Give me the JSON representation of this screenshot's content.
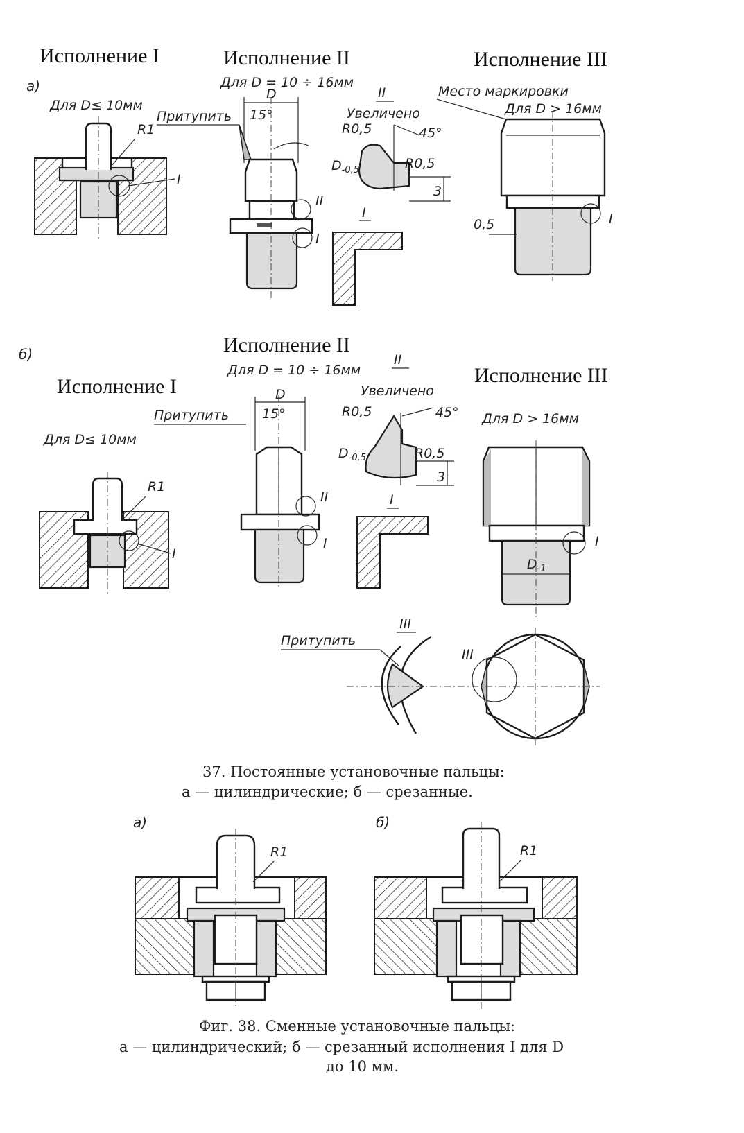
{
  "fig37": {
    "panel_a": {
      "letter": "а)",
      "headers": {
        "v1": "Исполнение I",
        "v2": "Исполнение II",
        "v3": "Исполнение III"
      },
      "notes": {
        "v1_condition": "Для D≤ 10мм",
        "v2_condition": "Для D = 10 ÷ 16мм",
        "v3_condition": "Для D > 16мм",
        "marking_place": "Место маркировки",
        "blunt": "Притупить",
        "dim_D": "D",
        "angle_15": "15°",
        "radius_R1": "R1",
        "detail_I": "I",
        "detail_II": "II",
        "enlarged": "Увеличено",
        "r05_top": "R0,5",
        "r05_side": "R0,5",
        "angle_45": "45°",
        "d_minus": "D",
        "d_minus_sub": "-0,5",
        "dim_3": "3",
        "dim_05": "0,5"
      }
    },
    "panel_b": {
      "letter": "б)",
      "headers": {
        "v1": "Исполнение I",
        "v2": "Исполнение II",
        "v3": "Исполнение III"
      },
      "notes": {
        "v1_condition": "Для D≤ 10мм",
        "v2_condition": "Для D = 10 ÷ 16мм",
        "v3_condition": "Для D > 16мм",
        "blunt": "Притупить",
        "blunt_lower": "Притупить",
        "dim_D": "D",
        "angle_15": "15°",
        "radius_R1": "R1",
        "detail_I": "I",
        "detail_II": "II",
        "detail_III": "III",
        "enlarged": "Увеличено",
        "r05_top": "R0,5",
        "r05_side": "R0,5",
        "angle_45": "45°",
        "d_minus": "D",
        "d_minus_sub": "-0,5",
        "dim_3": "3",
        "d_minus1": "D",
        "d_minus1_sub": "-1"
      }
    },
    "caption_line1": "37. Постоянные установочные пальцы:",
    "caption_line2": "а — цилиндрические; б — срезанные."
  },
  "fig38": {
    "panel_a_letter": "а)",
    "panel_b_letter": "б)",
    "radius_a": "R1",
    "radius_b": "R1",
    "caption_line1": "Фиг. 38. Сменные установочные пальцы:",
    "caption_line2": "а — цилиндрический; б — срезанный исполнения I для D",
    "caption_line3": "до 10 мм."
  }
}
